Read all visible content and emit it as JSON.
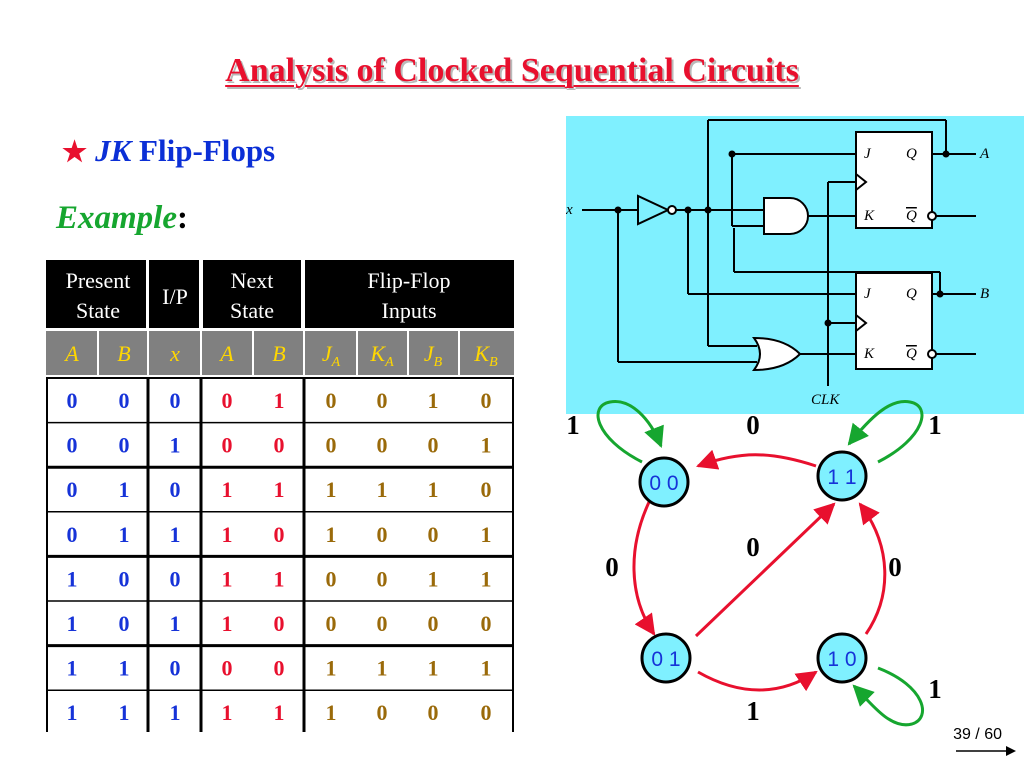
{
  "slide": {
    "title": "Analysis of Clocked Sequential Circuits",
    "bullet_italic": "JK",
    "bullet_rest": " Flip-Flops",
    "example_label": "Example",
    "example_colon": ":",
    "page_number": "39 / 60"
  },
  "table": {
    "group_headers": [
      {
        "line1": "Present",
        "line2": "State"
      },
      {
        "line1": "I/P",
        "line2": ""
      },
      {
        "line1": "Next",
        "line2": "State"
      },
      {
        "line1": "Flip-Flop",
        "line2": "Inputs"
      }
    ],
    "sub_headers": [
      "A",
      "B",
      "x",
      "A",
      "B",
      "J_A",
      "K_A",
      "J_B",
      "K_B"
    ],
    "rows": [
      [
        0,
        0,
        0,
        0,
        1,
        0,
        0,
        1,
        0
      ],
      [
        0,
        0,
        1,
        0,
        0,
        0,
        0,
        0,
        1
      ],
      [
        0,
        1,
        0,
        1,
        1,
        1,
        1,
        1,
        0
      ],
      [
        0,
        1,
        1,
        1,
        0,
        1,
        0,
        0,
        1
      ],
      [
        1,
        0,
        0,
        1,
        1,
        0,
        0,
        1,
        1
      ],
      [
        1,
        0,
        1,
        1,
        0,
        0,
        0,
        0,
        0
      ],
      [
        1,
        1,
        0,
        0,
        0,
        1,
        1,
        1,
        1
      ],
      [
        1,
        1,
        1,
        1,
        1,
        1,
        0,
        0,
        0
      ]
    ],
    "colors": {
      "present": "#1633d8",
      "next": "#e8102e",
      "inputs": "#9a6a0a",
      "header_bg": "#000000",
      "subheader_bg": "#808080"
    }
  },
  "circuit": {
    "background": "#7ff0ff",
    "labels": {
      "x": "x",
      "clk": "CLK",
      "out_a": "A",
      "out_b": "B",
      "j": "J",
      "k": "K",
      "q": "Q",
      "qbar": "Q"
    }
  },
  "state_diagram": {
    "nodes": [
      {
        "id": "s00",
        "label": "0 0"
      },
      {
        "id": "s11",
        "label": "1 1"
      },
      {
        "id": "s01",
        "label": "0 1"
      },
      {
        "id": "s10",
        "label": "1 0"
      }
    ],
    "edge_labels": {
      "self_00": "1",
      "self_11": "1",
      "self_10": "1",
      "s11_to_s00": "0",
      "s00_to_s01": "0",
      "s01_to_s11": "0",
      "s10_to_s11": "0",
      "s01_to_s10": "1"
    },
    "colors": {
      "loop": "#16a62f",
      "transition": "#e8102e",
      "node_fill": "#7ff0ff"
    }
  }
}
